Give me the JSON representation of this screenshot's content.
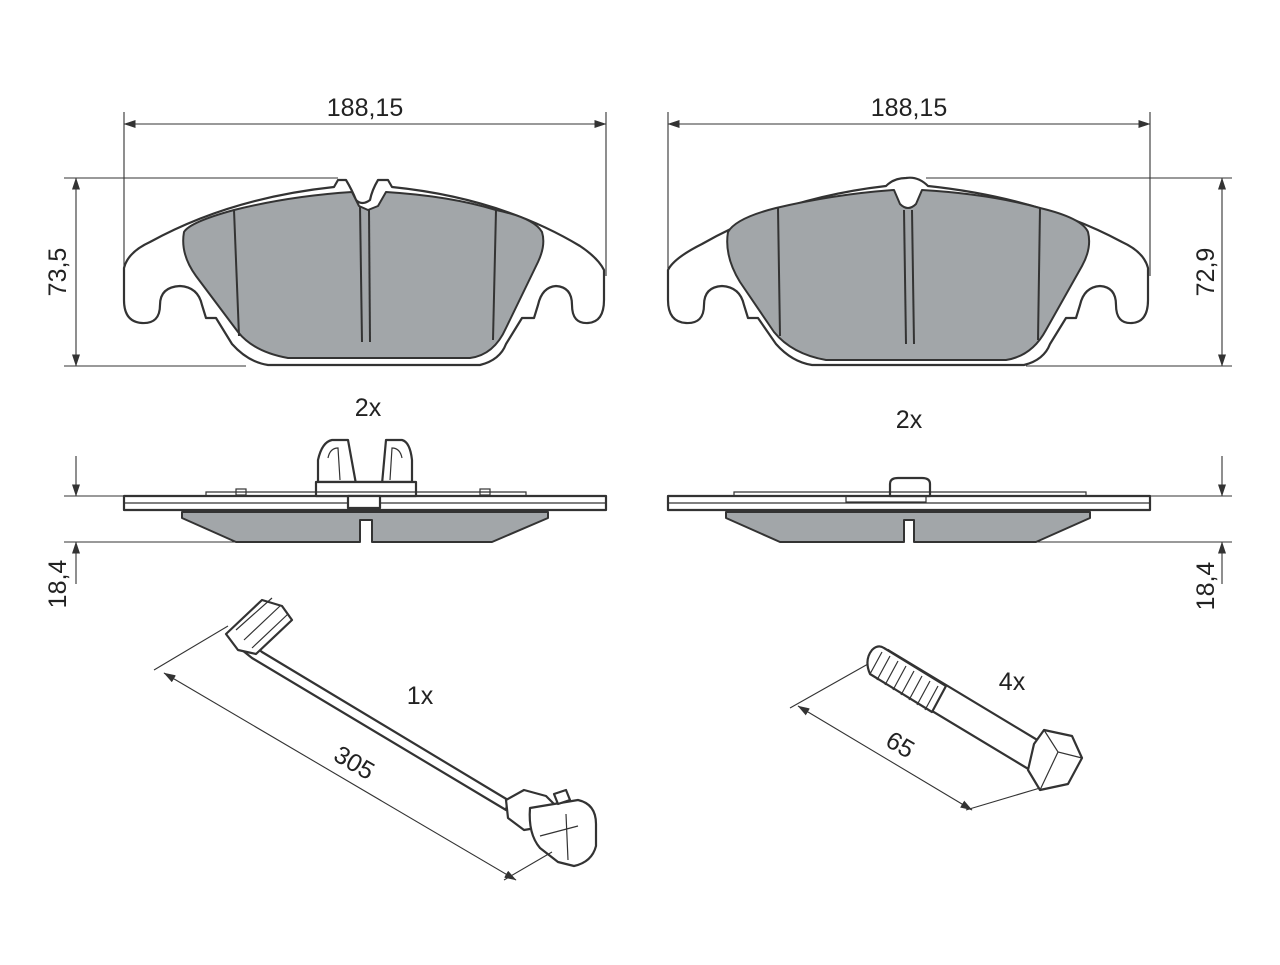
{
  "colors": {
    "pad_fill": "#a2a6a9",
    "line": "#333333",
    "background": "#ffffff"
  },
  "dimensions": {
    "left_pad_width": "188,15",
    "right_pad_width": "188,15",
    "left_pad_height": "73,5",
    "right_pad_height": "72,9",
    "left_pad_thickness": "18,4",
    "right_pad_thickness": "18,4",
    "sensor_length": "305",
    "bolt_length": "65"
  },
  "quantities": {
    "left_pad": "2x",
    "right_pad": "2x",
    "sensor": "1x",
    "bolt": "4x"
  }
}
